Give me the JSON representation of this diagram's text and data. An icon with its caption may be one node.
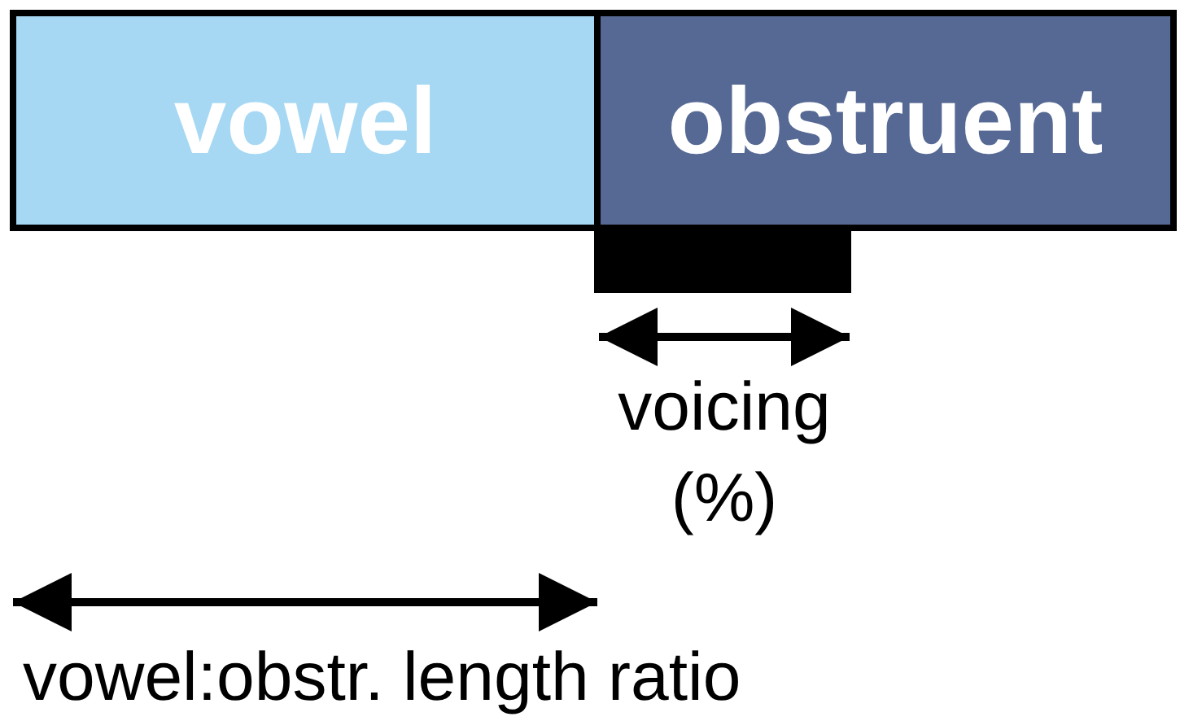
{
  "diagram": {
    "nodes": [
      {
        "text": [
          "vowel"
        ]
      },
      {
        "text": [
          "obstruent"
        ]
      },
      {
        "text": [],
        "shape": "bar"
      }
    ],
    "labels": [
      "voicing (%)",
      "vowel:obstr. length ratio"
    ]
  }
}
